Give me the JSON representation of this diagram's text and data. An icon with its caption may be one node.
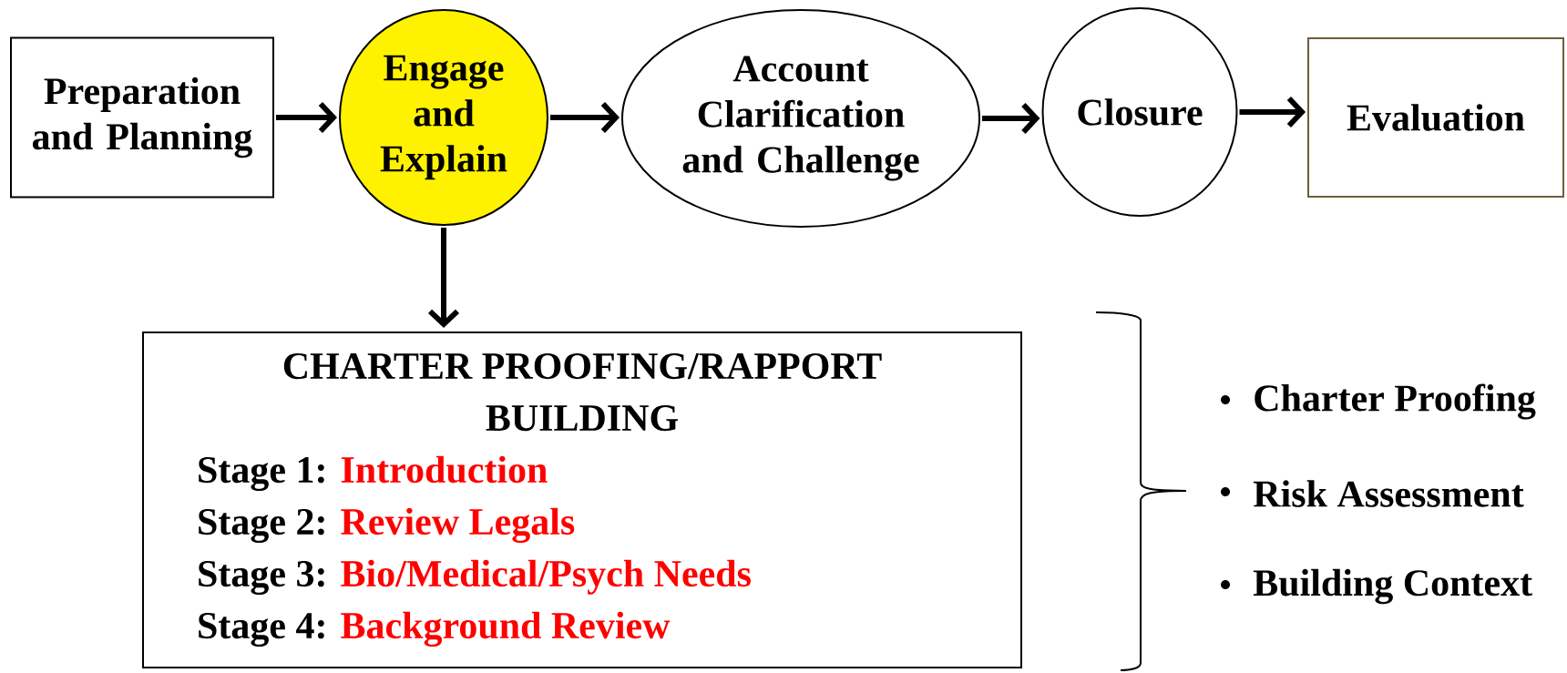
{
  "diagram": {
    "nodes": [
      {
        "text": [
          "Preparation and Planning"
        ]
      },
      {
        "text": [
          "Engage and Explain"
        ]
      },
      {
        "text": [
          "Account Clarification and Challenge"
        ]
      },
      {
        "text": [
          "Closure"
        ]
      },
      {
        "text": [
          "Evaluation"
        ]
      },
      {
        "text": [
          "CHARTER PROOFING/RAPPORT BUILDING",
          "Stage 1:",
          "Introduction",
          "Stage 2:",
          "Review Legals",
          "Stage 3:",
          "Bio/Medical/Psych Needs",
          "Stage 4:",
          "Background Review"
        ]
      }
    ],
    "edges": [
      {
        "from": 0,
        "to": 1,
        "arrow": "to"
      },
      {
        "from": 1,
        "to": 2,
        "arrow": "to"
      },
      {
        "from": 2,
        "to": 3,
        "arrow": "to"
      },
      {
        "from": 3,
        "to": 4,
        "arrow": "to"
      },
      {
        "from": 1,
        "to": 5,
        "arrow": "to"
      }
    ],
    "labels": [
      "Charter Proofing",
      "Risk Assessment",
      "Building Context"
    ]
  }
}
